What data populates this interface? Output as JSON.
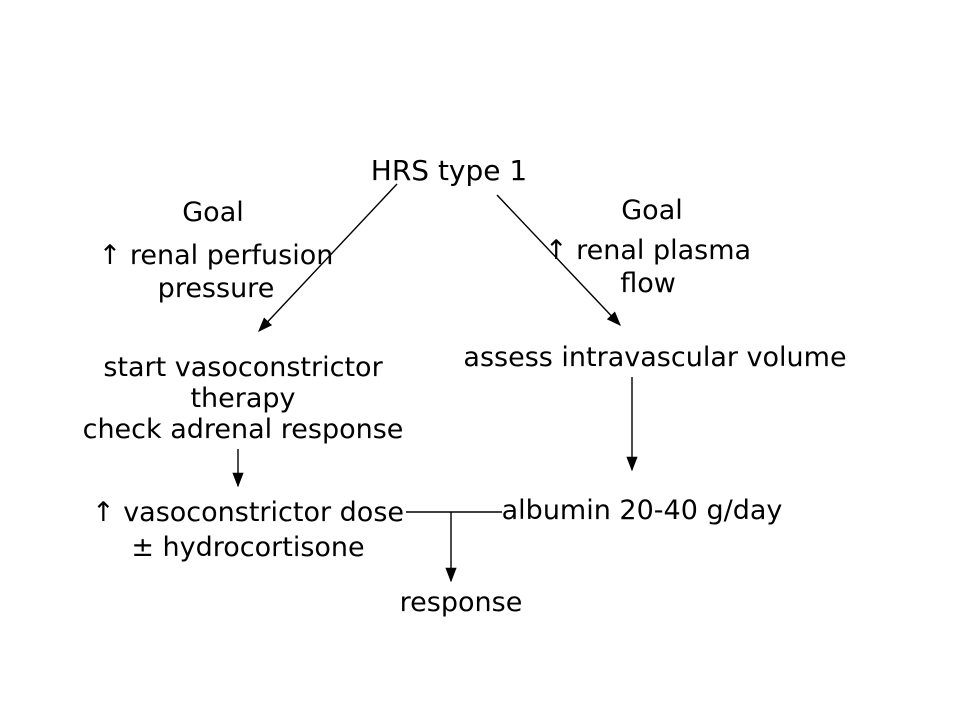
{
  "slide": {
    "title": "HRS type 1",
    "left_branch": {
      "goal_label": "Goal",
      "goal_lines": [
        "↑ renal perfusion",
        "pressure"
      ],
      "step1_lines": [
        "start vasoconstrictor",
        "therapy",
        "check adrenal response"
      ],
      "step2_lines": [
        "↑ vasoconstrictor dose",
        "± hydrocortisone"
      ]
    },
    "right_branch": {
      "goal_label": "Goal",
      "goal_lines": [
        "↑ renal plasma",
        "flow"
      ],
      "step1": "assess intravascular volume",
      "step2": "albumin 20-40 g/day"
    },
    "outcome": "response"
  },
  "colors": {
    "background": "#ffffff",
    "ink": "#000000"
  }
}
